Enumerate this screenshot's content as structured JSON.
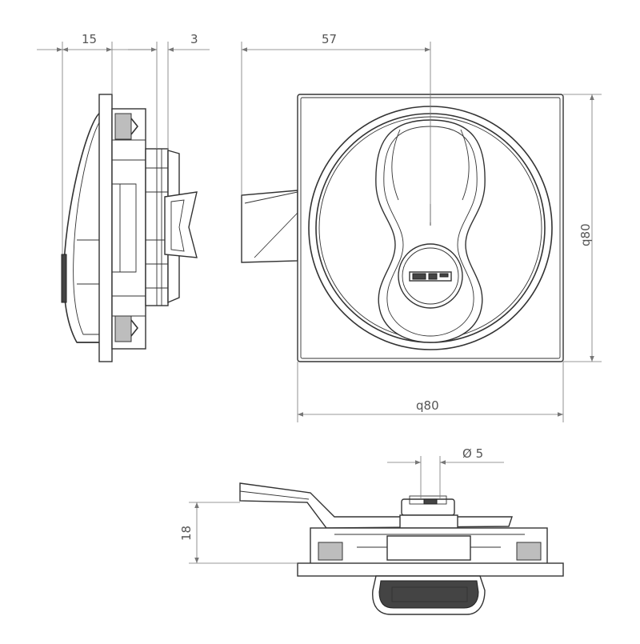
{
  "dimensions": {
    "side_depth": "15",
    "side_flange": "3",
    "front_offset": "57",
    "front_height": "q80",
    "front_width": "q80",
    "spindle": "Ø 5",
    "bottom_height": "18"
  },
  "colors": {
    "line": "#333333",
    "dimension": "#777777",
    "background": "#ffffff"
  }
}
